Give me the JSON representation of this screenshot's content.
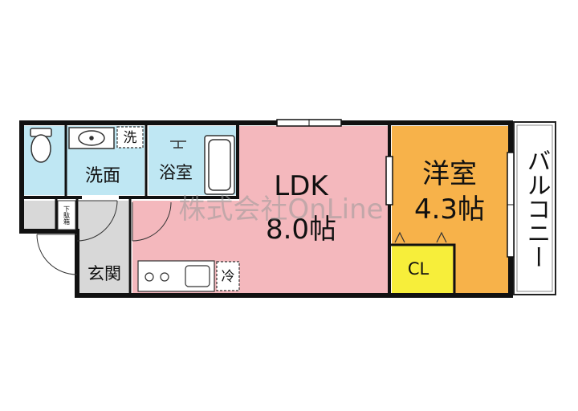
{
  "rooms": {
    "ldk": {
      "name": "LDK",
      "size": "8.0帖",
      "color": "#f4b8bd"
    },
    "bedroom": {
      "name": "洋室",
      "size": "4.3帖",
      "color": "#f7b24a"
    },
    "closet": {
      "name": "CL",
      "color": "#f7ee3a"
    },
    "washroom": {
      "name": "洗面",
      "color": "#bfe7f3"
    },
    "bathroom": {
      "name": "浴室",
      "color": "#bfe7f3"
    },
    "toilet": {
      "color": "#bfe7f3"
    },
    "entrance": {
      "name": "玄関",
      "color": "#d8d8d8"
    },
    "balcony": {
      "name": "バルコニー"
    }
  },
  "fixtures": {
    "washer": "洗",
    "fridge": "冷",
    "shoe_box": "下駄箱"
  },
  "watermark": "株式会社OnLine",
  "colors": {
    "wall": "#111111"
  }
}
